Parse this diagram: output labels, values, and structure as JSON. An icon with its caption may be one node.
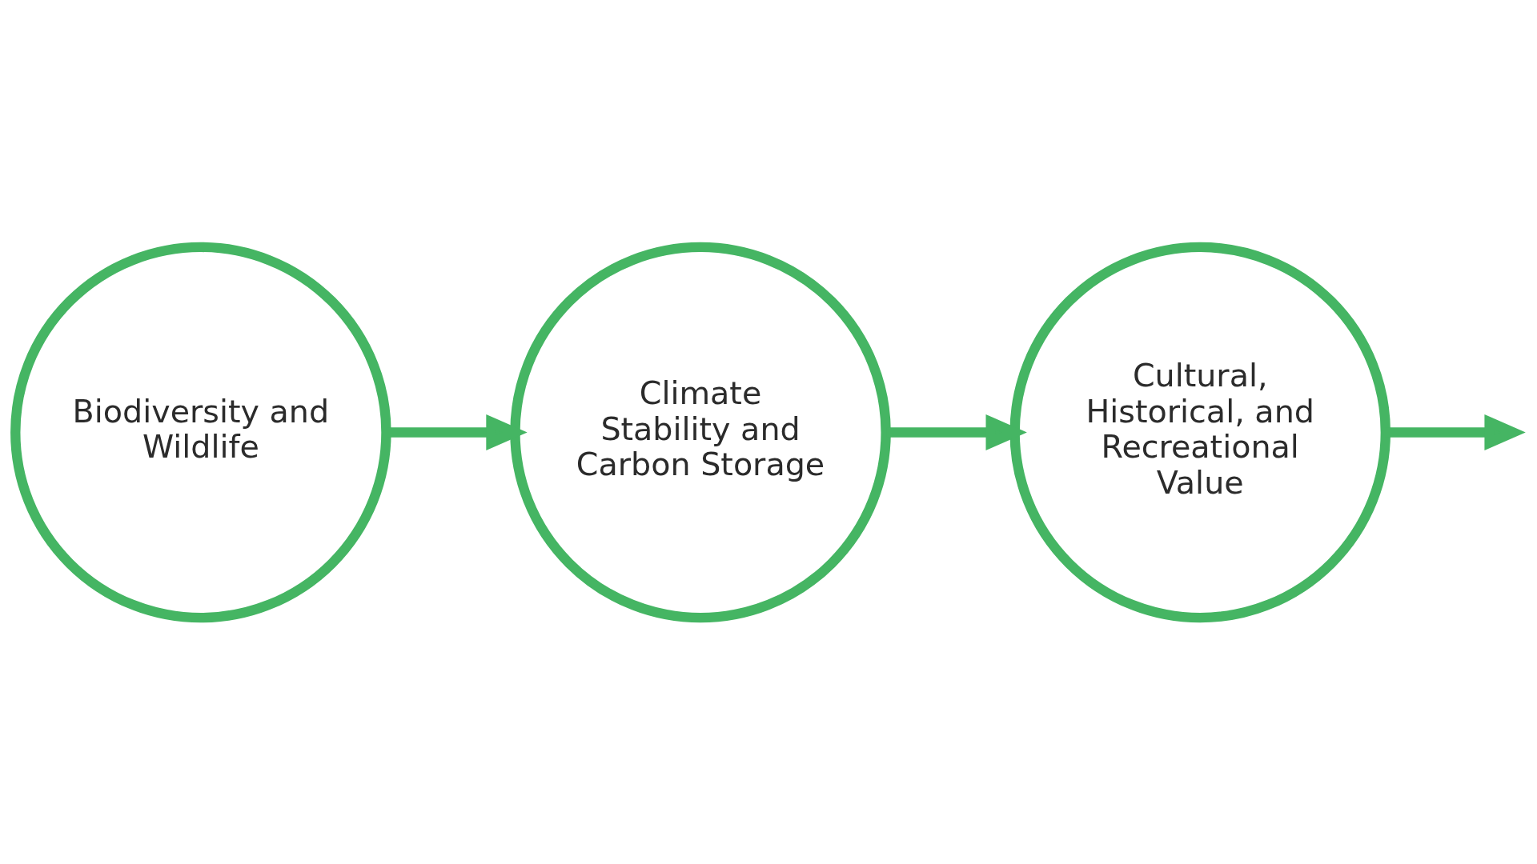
{
  "diagram": {
    "nodes": [
      {
        "text": [
          "Biodiversity and Wildlife"
        ]
      },
      {
        "text": [
          "Climate Stability and Carbon Storage"
        ]
      },
      {
        "text": [
          "Cultural, Historical, and Recreational Value"
        ]
      }
    ],
    "edges": [
      {
        "from": 0,
        "to": 1,
        "arrow": "to"
      },
      {
        "from": 1,
        "to": 2,
        "arrow": "to"
      },
      {
        "from": 2,
        "to": null,
        "arrow": "to"
      }
    ]
  }
}
